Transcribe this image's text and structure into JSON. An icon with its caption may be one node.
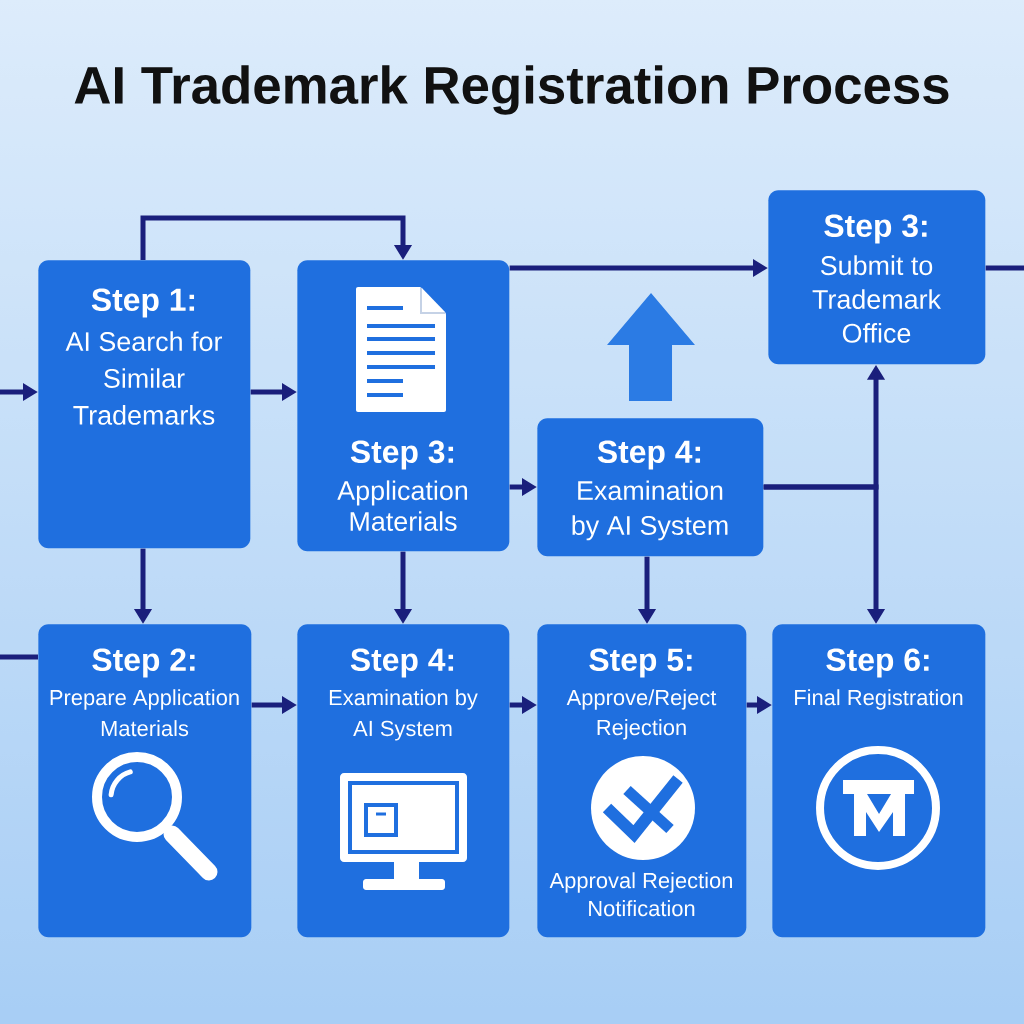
{
  "diagram": {
    "title": "AI Trademark Registration Process",
    "nodes": [
      {
        "text": [
          "Step 1:",
          "AI Search for Similar Trademarks"
        ]
      },
      {
        "text": [
          "Step 3:",
          "Application Materials"
        ]
      },
      {
        "text": [
          "Step 3:",
          "Submit to Trademark Office"
        ]
      },
      {
        "text": [
          "Step 4:",
          "Examination by AI System"
        ]
      },
      {
        "text": [
          "Step 2:",
          "Prepare Application Materials"
        ]
      },
      {
        "text": [
          "Step 4:",
          "Examination by AI System"
        ]
      },
      {
        "text": [
          "Step 5:",
          "Approve/Reject Rejection",
          "Approval Rejection Notification"
        ]
      },
      {
        "text": [
          "Step 6:",
          "Final Registration"
        ]
      }
    ],
    "edges": [
      {
        "from": null,
        "to": 0,
        "arrow": "to"
      },
      {
        "from": 0,
        "to": 1,
        "arrow": "to"
      },
      {
        "from": 0,
        "to": 1,
        "arrow": "to"
      },
      {
        "from": 1,
        "to": 2,
        "arrow": "to"
      },
      {
        "from": 2,
        "to": null,
        "arrow": "none"
      },
      {
        "from": 1,
        "to": 3,
        "arrow": "to"
      },
      {
        "from": 3,
        "to": 2,
        "arrow": "to"
      },
      {
        "from": 3,
        "to": 7,
        "arrow": "to"
      },
      {
        "from": 0,
        "to": 4,
        "arrow": "to"
      },
      {
        "from": 1,
        "to": 5,
        "arrow": "to"
      },
      {
        "from": 3,
        "to": 6,
        "arrow": "to"
      },
      {
        "from": null,
        "to": 4,
        "arrow": "none"
      },
      {
        "from": 4,
        "to": 5,
        "arrow": "to"
      },
      {
        "from": 5,
        "to": 6,
        "arrow": "to"
      },
      {
        "from": 6,
        "to": 7,
        "arrow": "to"
      }
    ]
  }
}
